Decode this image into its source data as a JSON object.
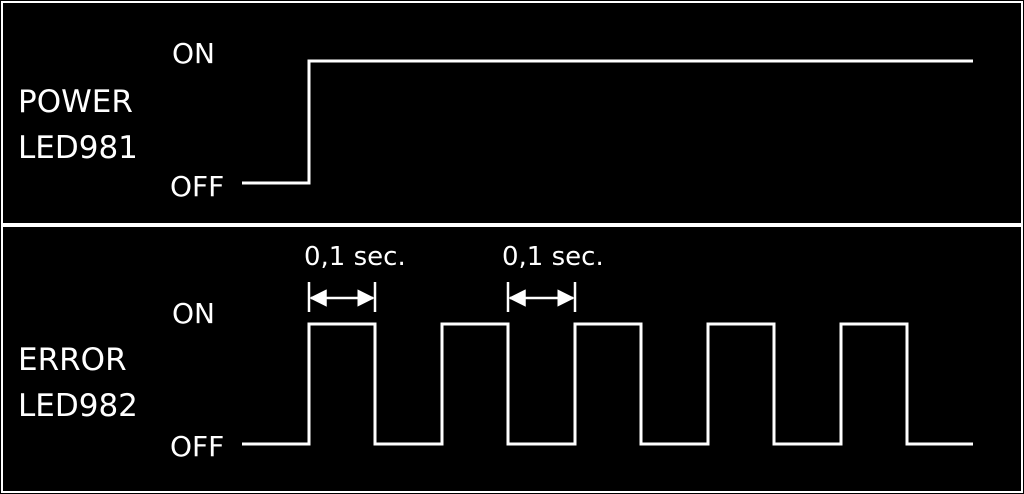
{
  "colors": {
    "background": "#000000",
    "line": "#ffffff"
  },
  "power_panel": {
    "title_line1": "POWER",
    "title_line2": "LED981",
    "on_label": "ON",
    "off_label": "OFF",
    "states": [
      "OFF",
      "ON"
    ]
  },
  "error_panel": {
    "title_line1": "ERROR",
    "title_line2": "LED982",
    "on_label": "ON",
    "off_label": "OFF",
    "states": [
      "OFF",
      "ON",
      "OFF",
      "ON",
      "OFF",
      "ON",
      "OFF",
      "ON",
      "OFF",
      "ON",
      "OFF"
    ],
    "dimensions": [
      {
        "label": "0,1 sec."
      },
      {
        "label": "0,1 sec."
      }
    ]
  }
}
